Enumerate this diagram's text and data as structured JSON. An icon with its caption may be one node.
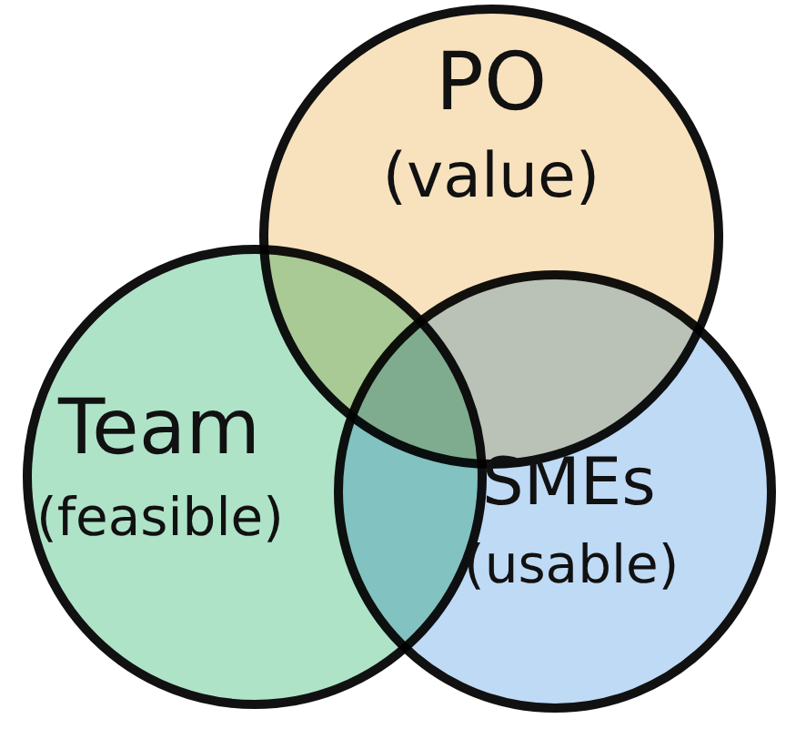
{
  "diagram": {
    "nodes": [
      {
        "text": [
          "PO",
          "(value)"
        ]
      },
      {
        "text": [
          "Team",
          "(feasible)"
        ]
      },
      {
        "text": [
          "SMEs",
          "(usable)"
        ]
      }
    ]
  }
}
